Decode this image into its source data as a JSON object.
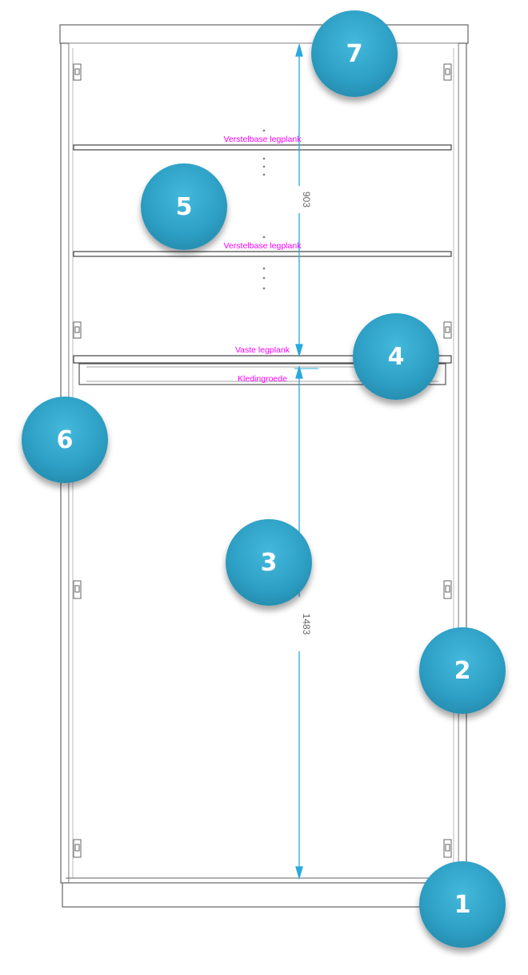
{
  "diagram": {
    "labels": {
      "adjustable_shelf_top": "Verstelbase legplank",
      "adjustable_shelf_middle": "Verstelbase legplank",
      "fixed_shelf": "Vaste legplank",
      "clothes_rail": "Kledingroede"
    },
    "dimensions": {
      "upper_height": "903",
      "lower_height": "1483"
    },
    "callouts": [
      "1",
      "2",
      "3",
      "4",
      "5",
      "6",
      "7"
    ],
    "colors": {
      "callout_fill": "#2d9fc4",
      "label_text": "#ff00ff",
      "dimension_line": "#29a8e0",
      "outline": "#555555"
    }
  }
}
